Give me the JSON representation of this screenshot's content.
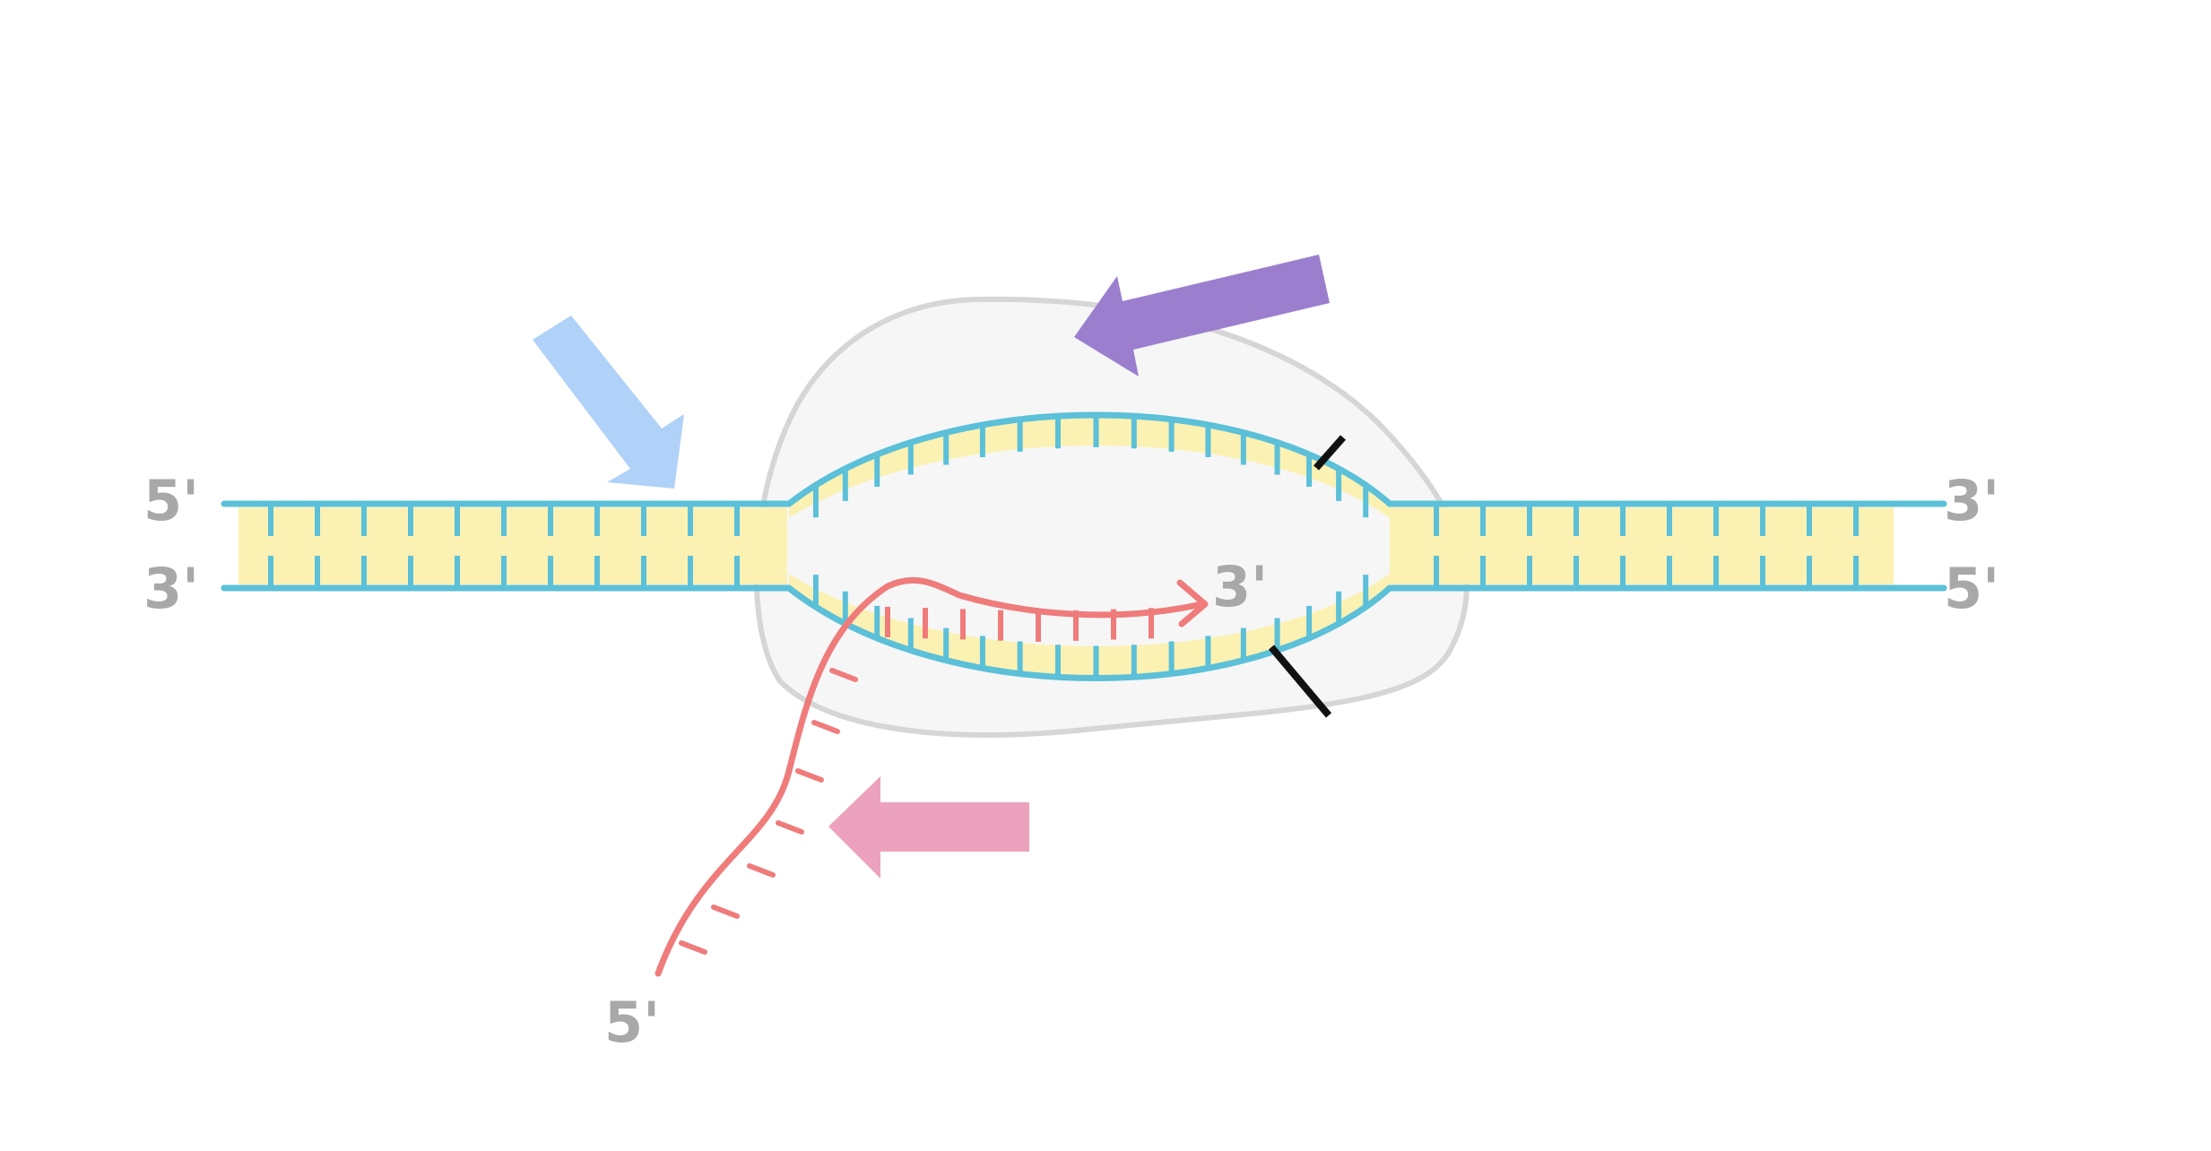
{
  "colors": {
    "dna_strand": "#5bc0d8",
    "base_fill": "#fbf1b3",
    "rna_strand": "#ef7b7b",
    "polymerase_body": "#f6f6f6",
    "polymerase_outline": "#d6d6d6",
    "label_text": "#a8a8a8",
    "arrow_dna": "#b0d1f8",
    "arrow_polymerase": "#9b7fce",
    "arrow_rna": "#eca2bd",
    "pointer_line": "#111111"
  },
  "labels": {
    "top_left_end": "5'",
    "bottom_left_end": "3'",
    "top_right_end": "3'",
    "bottom_right_end": "5'",
    "rna_3_end": "3'",
    "rna_5_end": "5'"
  },
  "arrows": [
    {
      "name": "dna-arrow",
      "icon": "arrow-down-right-icon",
      "color": "#b0d1f8"
    },
    {
      "name": "polymerase-arrow",
      "icon": "arrow-down-left-icon",
      "color": "#9b7fce"
    },
    {
      "name": "rna-arrow",
      "icon": "arrow-left-icon",
      "color": "#eca2bd"
    }
  ]
}
